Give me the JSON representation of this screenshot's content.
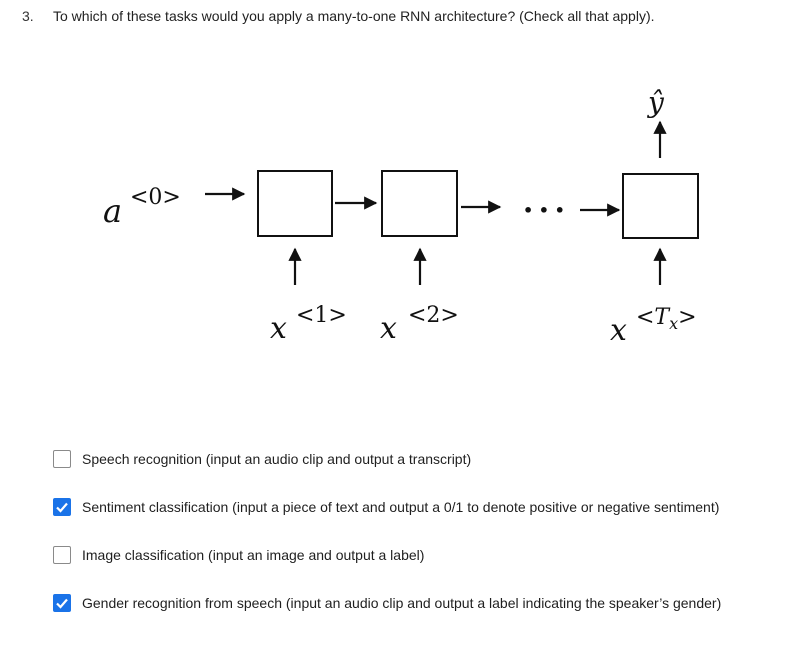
{
  "question": {
    "number": "3.",
    "text": "To which of these tasks would you apply a many-to-one RNN architecture? (Check all that apply)."
  },
  "diagram": {
    "output_label": "ŷ",
    "a0_base": "a",
    "a0_sup": "<0>",
    "x1_base": "x",
    "x1_sup": "<1>",
    "x2_base": "x",
    "x2_sup": "<2>",
    "ellipsis": "• • •",
    "xT_base": "x",
    "xT_sup_left": "<T",
    "xT_sup_sub": "x",
    "xT_sup_right": ">"
  },
  "options": [
    {
      "label": "Speech recognition (input an audio clip and output a transcript)",
      "checked": false
    },
    {
      "label": "Sentiment classification (input a piece of text and output a 0/1 to denote positive or negative sentiment)",
      "checked": true
    },
    {
      "label": "Image classification (input an image and output a label)",
      "checked": false
    },
    {
      "label": "Gender recognition from speech (input an audio clip and output a label indicating the speaker’s gender)",
      "checked": true
    }
  ],
  "colors": {
    "checkbox_checked": "#1a73e8"
  }
}
